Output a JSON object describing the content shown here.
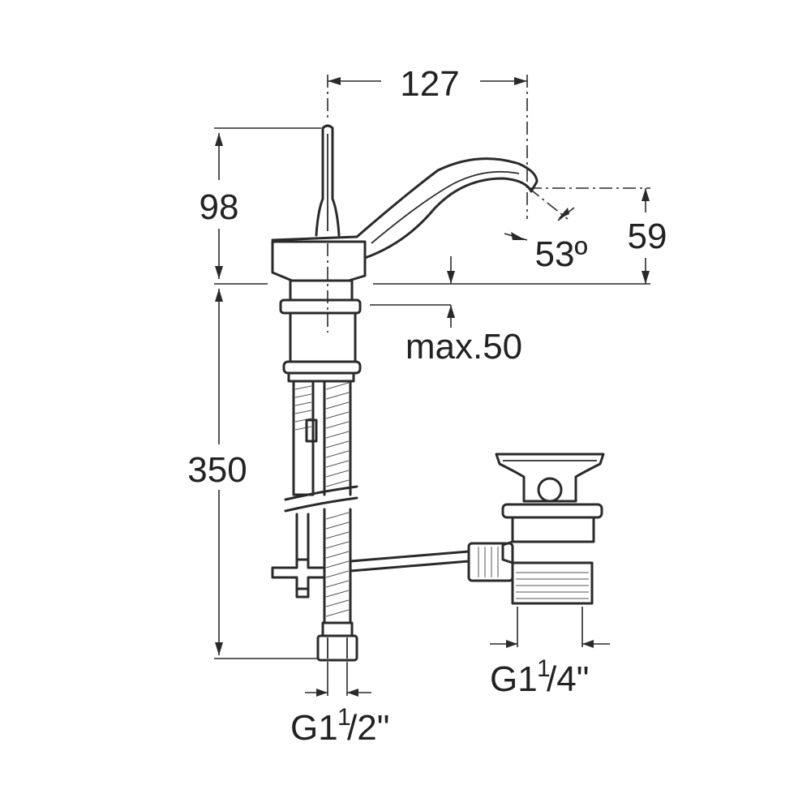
{
  "dimensions": {
    "spout_reach": "127",
    "lever_height": "98",
    "spout_height": "59",
    "spout_angle": "53º",
    "max_deck_thickness": "max.50",
    "total_length": "350",
    "supply_thread": {
      "main": "G1",
      "fraction_num": "1",
      "fraction_den": "/2\""
    },
    "waste_thread": {
      "main": "G1",
      "fraction_num": "1",
      "fraction_den": "/4\""
    }
  },
  "colors": {
    "ink": "#2a2a2a",
    "background": "#ffffff"
  }
}
